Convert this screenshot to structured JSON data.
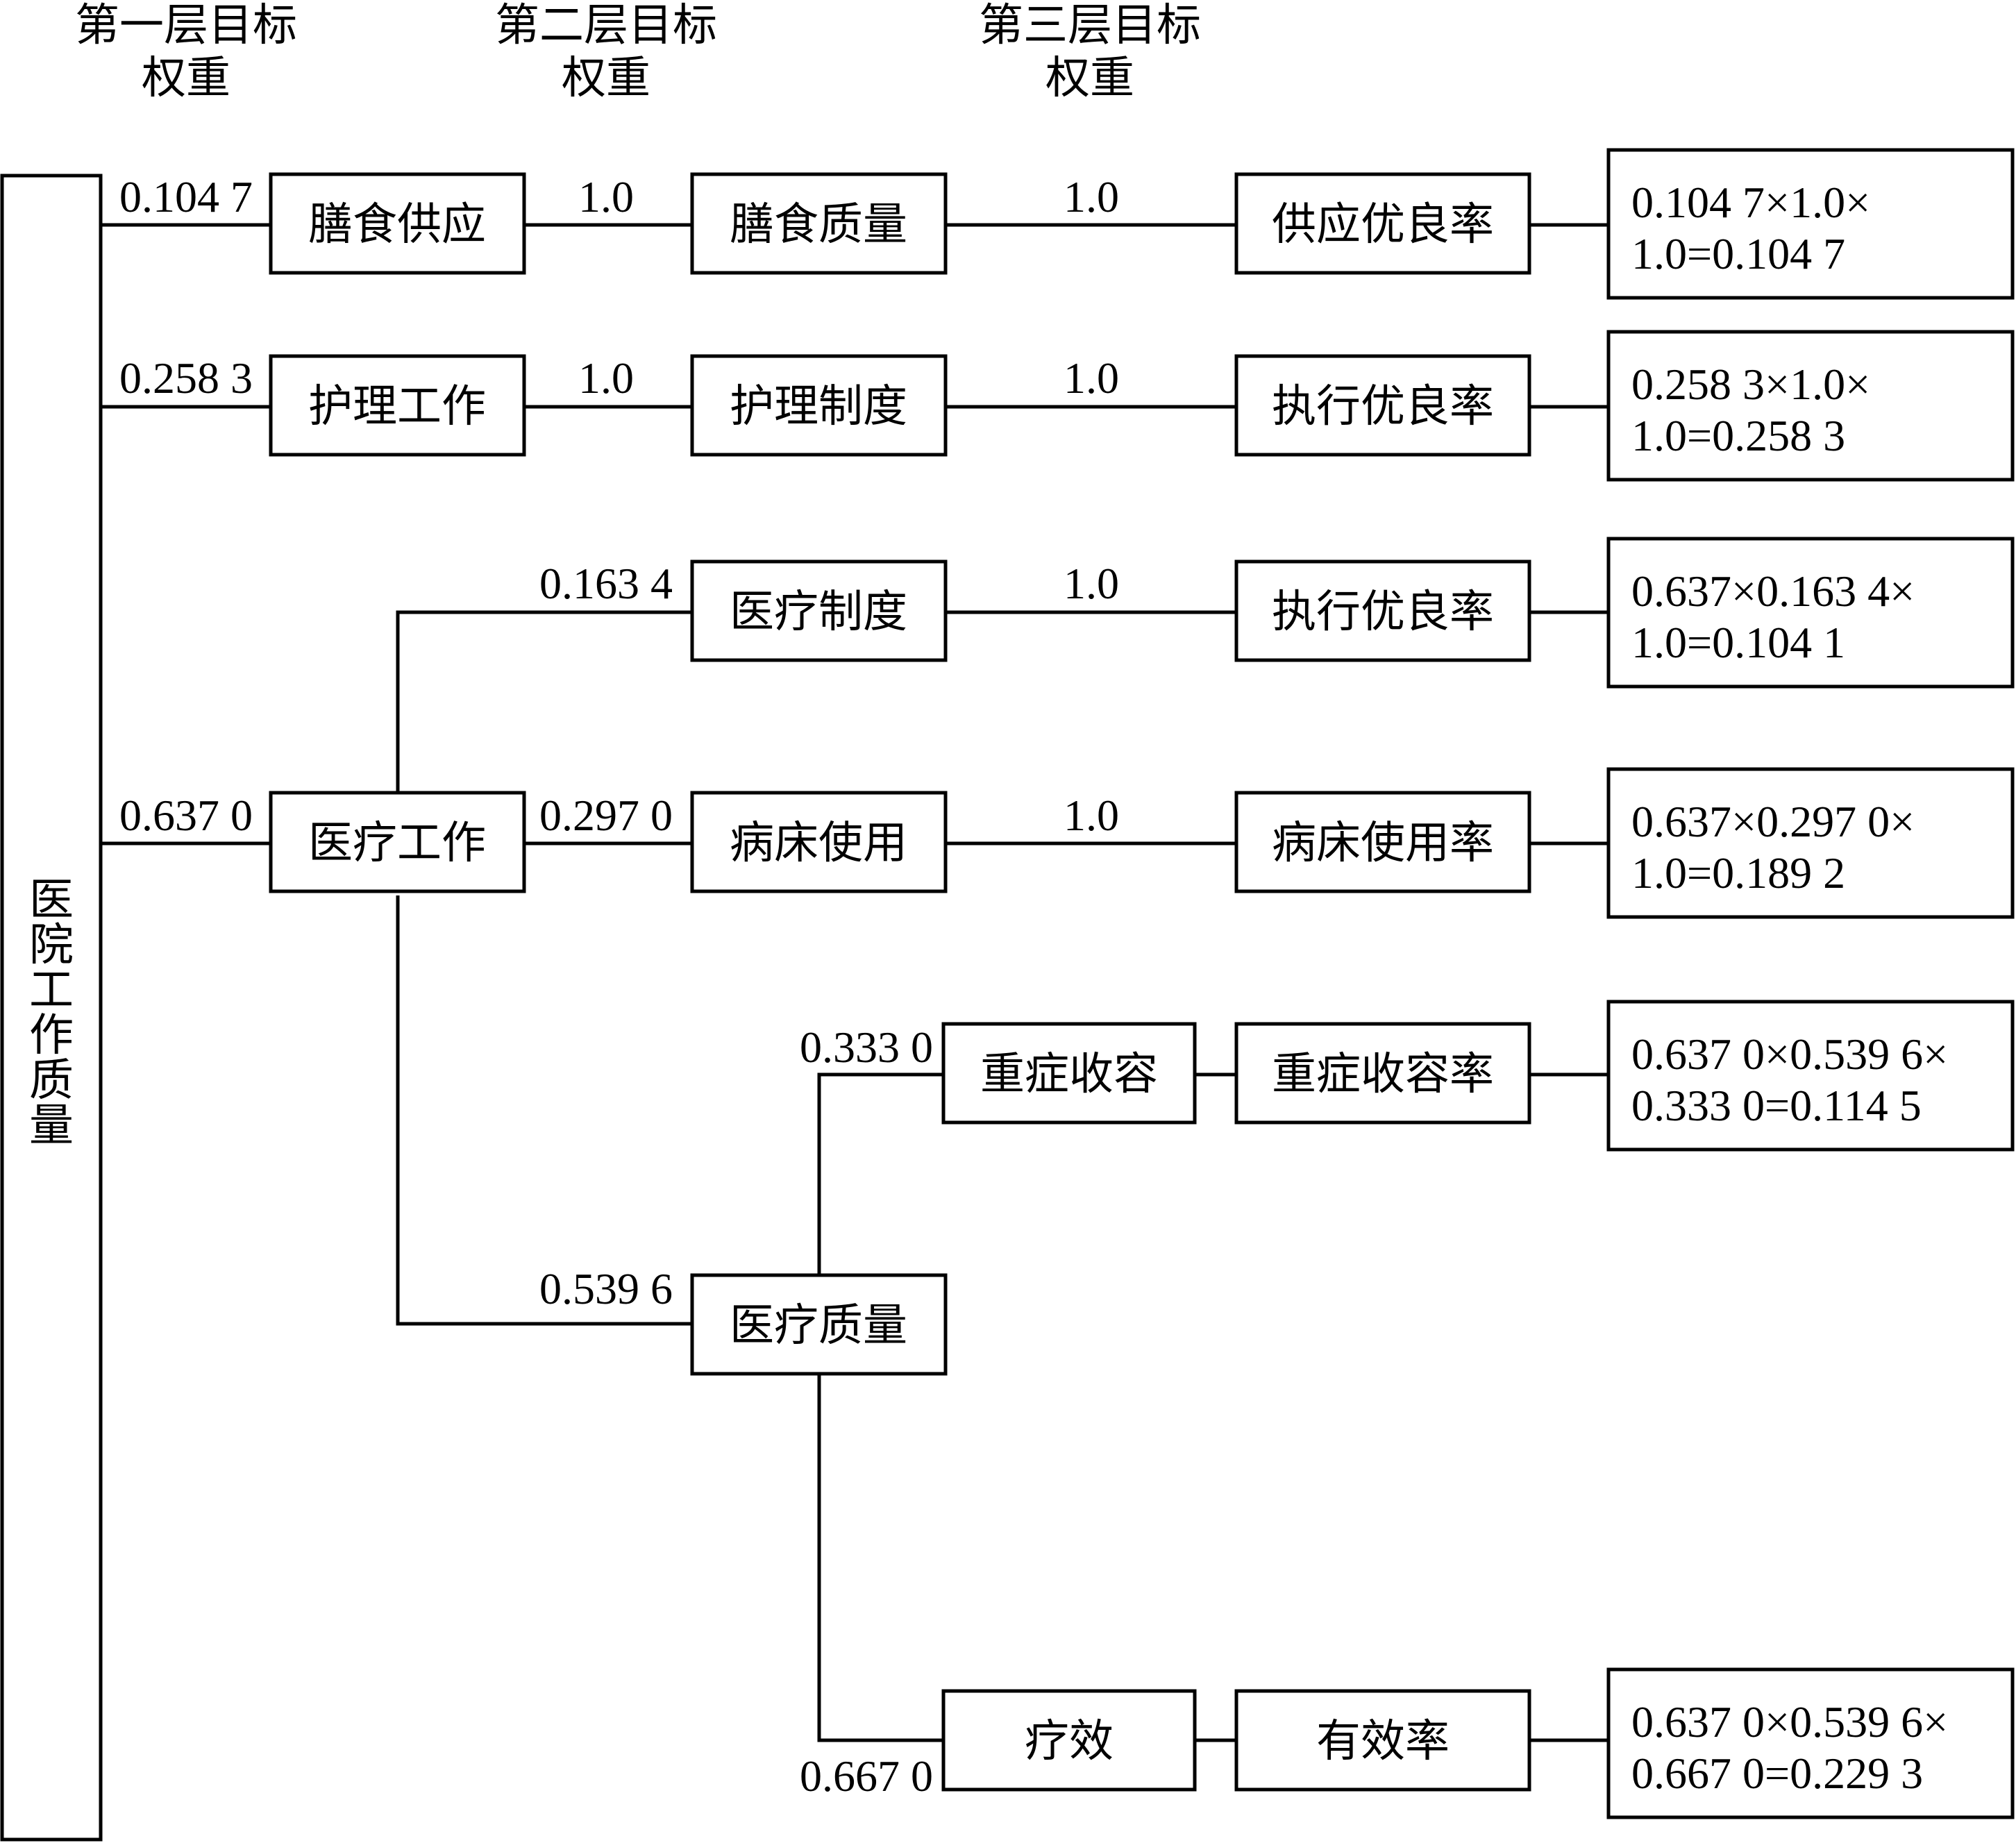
{
  "headers": {
    "level1": [
      "第一层目标",
      "权重"
    ],
    "level2": [
      "第二层目标",
      "权重"
    ],
    "level3": [
      "第三层目标",
      "权重"
    ]
  },
  "root": [
    "医",
    "院",
    "工",
    "作",
    "质",
    "量"
  ],
  "level1": {
    "diet_supply": "膳食供应",
    "nursing_work": "护理工作",
    "medical_work": "医疗工作"
  },
  "level2": {
    "diet_quality": "膳食质量",
    "nursing_system": "护理制度",
    "medical_system": "医疗制度",
    "bed_use": "病床使用",
    "medical_quality": "医疗质量"
  },
  "level3": {
    "critical_admission": "重症收容",
    "efficacy": "疗效"
  },
  "indicators": {
    "supply_rate": "供应优良率",
    "nursing_exec_rate": "执行优良率",
    "medical_exec_rate": "执行优良率",
    "bed_use_rate": "病床使用率",
    "critical_rate": "重症收容率",
    "effective_rate": "有效率"
  },
  "weights": {
    "w_diet_supply": "0.104 7",
    "w_nursing_work": "0.258 3",
    "w_medical_work": "0.637 0",
    "w_diet_quality": "1.0",
    "w_nursing_system": "1.0",
    "w_medical_system": "0.163 4",
    "w_bed_use": "0.297 0",
    "w_medical_quality": "0.539 6",
    "w3_diet": "1.0",
    "w3_nursing": "1.0",
    "w3_medical_system": "1.0",
    "w3_bed": "1.0",
    "w3_critical": "0.333 0",
    "w3_efficacy": "0.667 0"
  },
  "results": [
    [
      "0.104 7×1.0×",
      "1.0=0.104 7"
    ],
    [
      "0.258 3×1.0×",
      "1.0=0.258 3"
    ],
    [
      "0.637×0.163 4×",
      "1.0=0.104 1"
    ],
    [
      "0.637×0.297 0×",
      "1.0=0.189 2"
    ],
    [
      "0.637 0×0.539 6×",
      "0.333 0=0.114 5"
    ],
    [
      "0.637 0×0.539 6×",
      "0.667 0=0.229 3"
    ]
  ]
}
